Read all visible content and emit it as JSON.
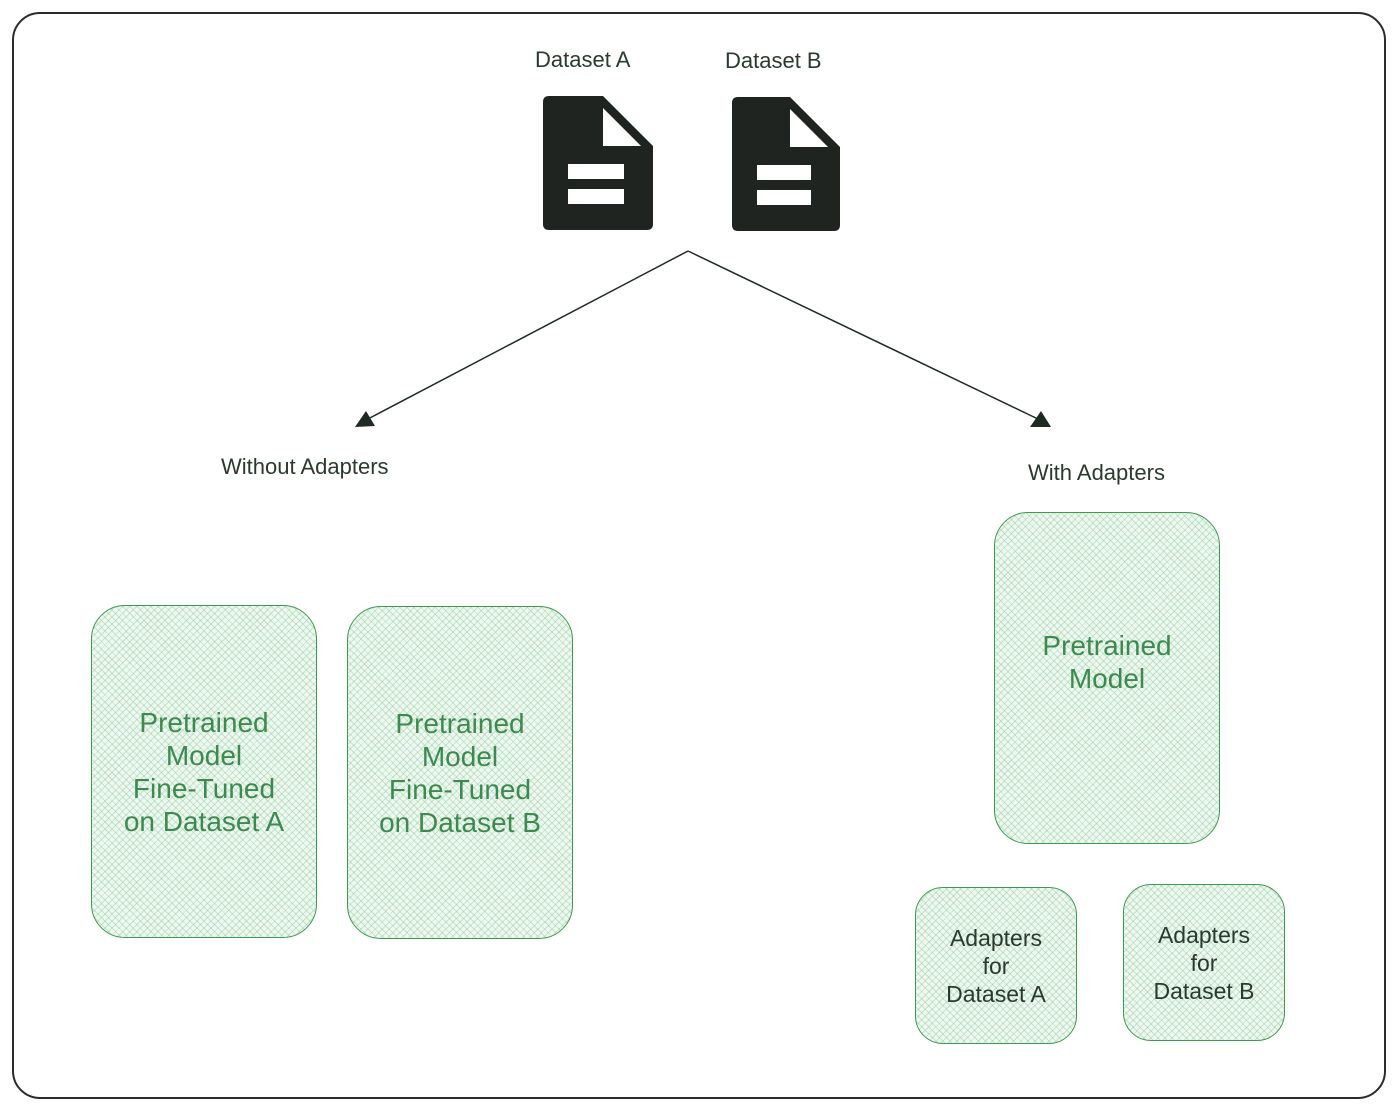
{
  "datasets": [
    {
      "label": "Dataset A",
      "icon": "file-document-icon"
    },
    {
      "label": "Dataset B",
      "icon": "file-document-icon"
    }
  ],
  "branches": {
    "without": {
      "label": "Without Adapters"
    },
    "with": {
      "label": "With Adapters"
    }
  },
  "boxes": {
    "finetuned_a": "Pretrained\nModel\nFine-Tuned\non Dataset A",
    "finetuned_b": "Pretrained\nModel\nFine-Tuned\non Dataset B",
    "pretrained": "Pretrained\nModel",
    "adapters_a": "Adapters\nfor\nDataset A",
    "adapters_b": "Adapters\nfor\nDataset B"
  },
  "colors": {
    "box_border": "#3d9a4f",
    "box_fill": "#eef8f0",
    "box_text_large": "#3d8a50",
    "icon": "#1f2421",
    "line": "#1f2a22"
  }
}
